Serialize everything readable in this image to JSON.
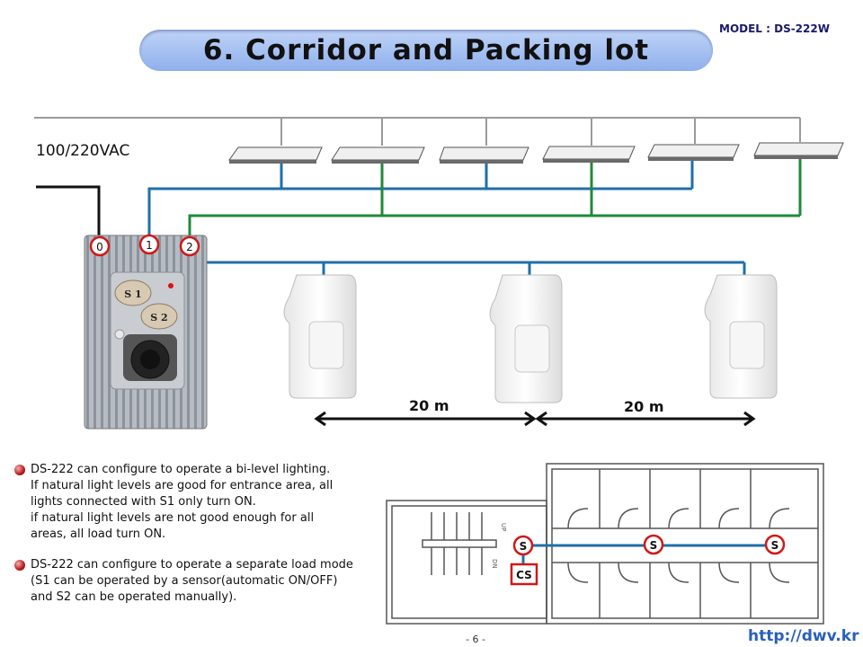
{
  "model_label": "MODEL : DS-222W",
  "title": "6. Corridor and Packing lot",
  "voltage_label": "100/220VAC",
  "terminals": [
    "0",
    "1",
    "2"
  ],
  "switch_buttons": [
    "S 1",
    "S 2"
  ],
  "distances": [
    "20 m",
    "20 m"
  ],
  "bullets": [
    {
      "lines": [
        "DS-222 can configure to operate a bi-level lighting.",
        "If natural light levels are good for entrance area, all",
        "lights connected with S1 only turn ON.",
        "if natural light levels are not good enough for all",
        "areas, all load turn ON."
      ]
    },
    {
      "lines": [
        "DS-222 can configure to operate a separate load mode",
        "(S1 can be operated by a sensor(automatic ON/OFF)",
        "and S2 can be operated manually)."
      ]
    }
  ],
  "floorplan": {
    "sensor_labels": [
      "S",
      "S",
      "S"
    ],
    "control_label": "CS",
    "stair_labels": [
      "UP",
      "DN"
    ]
  },
  "page_number": "- 6 -",
  "url": "http://dwv.kr",
  "colors": {
    "title_bar": "#a9c2f2",
    "blue_wire": "#1f6fa8",
    "green_wire": "#1f8a3a",
    "gray_wire": "#9a9a9a",
    "black_wire": "#111111",
    "marker_red": "#d01818"
  }
}
